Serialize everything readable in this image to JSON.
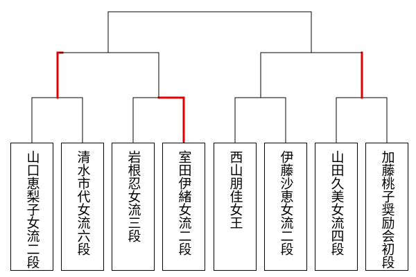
{
  "colors": {
    "bracket_line": "#000000",
    "winner_line": "#e00000",
    "box_border": "#000000",
    "background": "#ffffff"
  },
  "players": [
    {
      "name": "山口恵梨子女流二段"
    },
    {
      "name": "清水市代女流六段"
    },
    {
      "name": "岩根忍女流三段"
    },
    {
      "name": "室田伊緒女流二段"
    },
    {
      "name": "西山朋佳女王"
    },
    {
      "name": "伊藤沙恵女流二段"
    },
    {
      "name": "山田久美女流四段"
    },
    {
      "name": "加藤桃子奨励会初段"
    }
  ],
  "round1_winners": [
    1,
    5,
    7
  ],
  "round2_winners": [
    0,
    2
  ]
}
